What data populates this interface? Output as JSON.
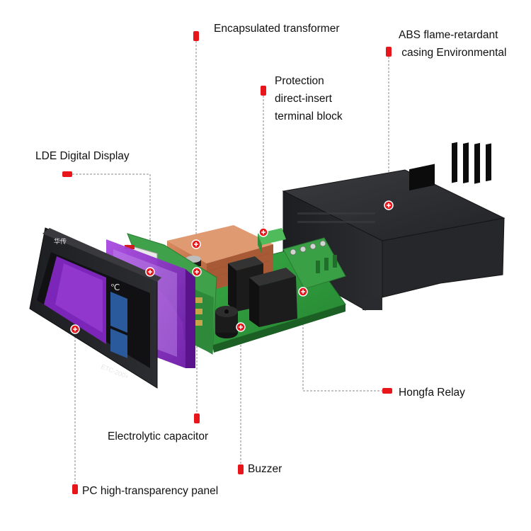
{
  "product": {
    "brand_text": "华传",
    "model": "ETC-200+",
    "unit": "℃"
  },
  "labels": {
    "transformer": "Encapsulated transformer",
    "casing": "ABS flame-retardant\n casing Environmental",
    "terminal": "Protection\ndirect-insert\nterminal block",
    "display": "LDE Digital Display",
    "relay": "Hongfa Relay",
    "capacitor": "Electrolytic capacitor",
    "buzzer": "Buzzer",
    "panel": "PC high-transparency panel"
  },
  "colors": {
    "marker": "#e8161b",
    "casing": "#2a2b2e",
    "pcb": "#2f9a3c",
    "transformer": "#c8764e",
    "terminal": "#3aa046",
    "relay": "#1a1a1a",
    "panel_frame": "#8a2bc9",
    "front_bezel": "#2b2b2f",
    "guide_line": "#777777"
  }
}
